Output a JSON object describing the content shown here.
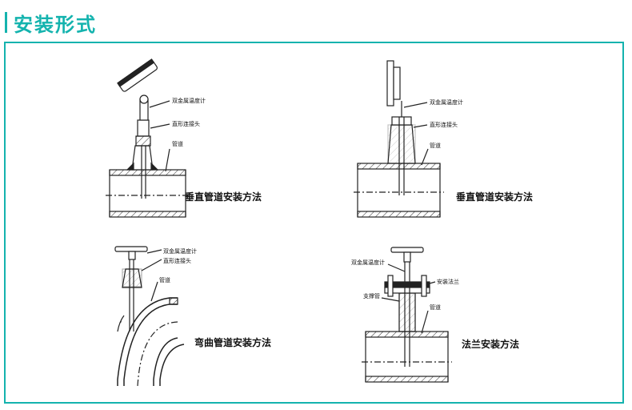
{
  "page": {
    "title": "安装形式"
  },
  "diagrams": [
    {
      "name": "vertical-1",
      "labels": [
        "双金属温度计",
        "直形连接头",
        "管道"
      ],
      "caption": "垂直管道安装方法"
    },
    {
      "name": "vertical-2",
      "labels": [
        "双金属温度计",
        "直形连接头",
        "管道"
      ],
      "caption": "垂直管道安装方法"
    },
    {
      "name": "bend",
      "labels": [
        "双金属温度计",
        "直形连接头",
        "管道"
      ],
      "caption": "弯曲管道安装方法"
    },
    {
      "name": "flange",
      "labels": [
        "双金属温度计",
        "安装法兰",
        "支撑管",
        "管道"
      ],
      "caption": "法兰安装方法"
    }
  ],
  "colors": {
    "accent": "#14b3ae",
    "line": "#222222"
  }
}
